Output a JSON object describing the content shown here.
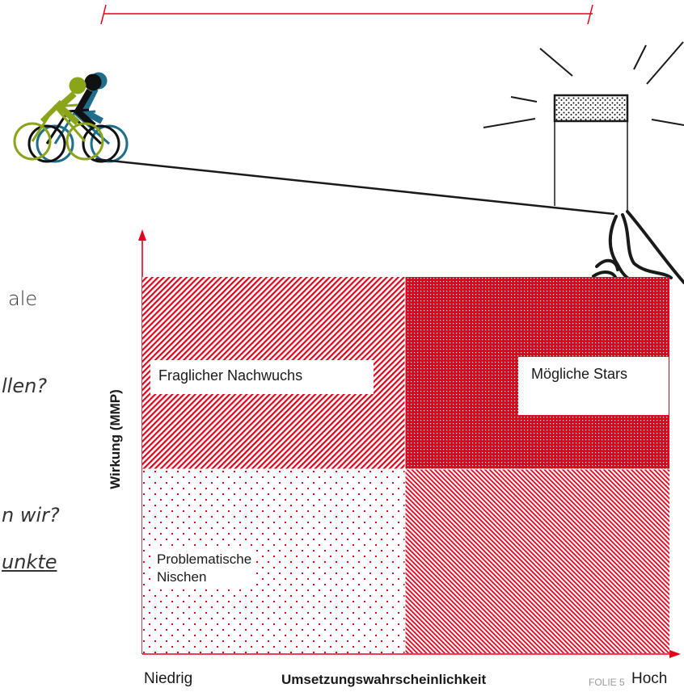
{
  "colors": {
    "accent": "#e3001b",
    "accent_light": "#f08a8a",
    "ink": "#1a1a1a",
    "rider_green": "#8aa51a",
    "rider_black": "#111111",
    "rider_blue": "#1f6e8c"
  },
  "icons": [
    "cyclists-icon",
    "spotlight-icon",
    "hands-icon"
  ],
  "left_text": {
    "line1": "ale",
    "line2": "llen?",
    "line3": "n wir?",
    "line4": "unkte"
  },
  "matrix": {
    "quadrants": {
      "top_left": "Fraglicher Nachwuchs",
      "top_right": "Mögliche Stars",
      "bottom_left": "Problematische Nischen",
      "bottom_right": ""
    },
    "y_axis_label": "Wirkung (MMP)",
    "x_axis_label": "Umsetzungswahrscheinlichkeit",
    "x_low": "Niedrig",
    "x_high": "Hoch"
  },
  "footer": {
    "slide_label": "FOLIE 5"
  }
}
